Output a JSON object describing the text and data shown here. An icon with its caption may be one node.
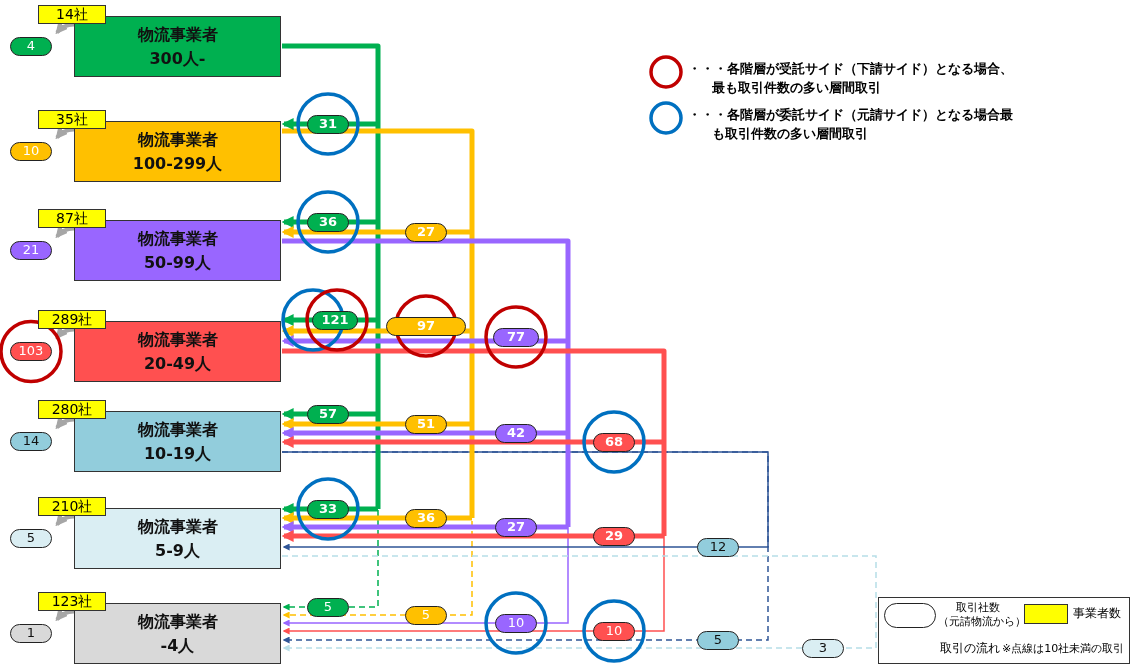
{
  "diagram": {
    "nodes": [
      {
        "text": [
          "物流事業者",
          "300人-"
        ],
        "beside": [
          "14社"
        ]
      },
      {
        "text": [
          "物流事業者",
          "100-299人"
        ],
        "beside": [
          "35社"
        ]
      },
      {
        "text": [
          "物流事業者",
          "50-99人"
        ],
        "beside": [
          "87社"
        ]
      },
      {
        "text": [
          "物流事業者",
          "20-49人"
        ],
        "beside": [
          "289社"
        ]
      },
      {
        "text": [
          "物流事業者",
          "10-19人"
        ],
        "beside": [
          "280社"
        ]
      },
      {
        "text": [
          "物流事業者",
          "5-9人"
        ],
        "beside": [
          "210社"
        ]
      },
      {
        "text": [
          "物流事業者",
          "-4人"
        ],
        "beside": [
          "123社"
        ]
      }
    ],
    "edges": [
      {
        "from": 0,
        "to": 1,
        "arrow": "to",
        "label": "31",
        "color": "#00b050"
      },
      {
        "from": 0,
        "to": 2,
        "arrow": "to",
        "label": "36",
        "color": "#00b050"
      },
      {
        "from": 0,
        "to": 3,
        "arrow": "to",
        "label": "121",
        "color": "#00b050"
      },
      {
        "from": 0,
        "to": 4,
        "arrow": "to",
        "label": "57",
        "color": "#00b050"
      },
      {
        "from": 0,
        "to": 5,
        "arrow": "to",
        "label": "33",
        "color": "#00b050"
      },
      {
        "from": 0,
        "to": 6,
        "arrow": "to",
        "label": "5",
        "style": "dashed",
        "color": "#00b050"
      },
      {
        "from": 1,
        "to": 2,
        "arrow": "to",
        "label": "27",
        "color": "#ffc000"
      },
      {
        "from": 1,
        "to": 3,
        "arrow": "to",
        "label": "97",
        "color": "#ffc000"
      },
      {
        "from": 1,
        "to": 4,
        "arrow": "to",
        "label": "51",
        "color": "#ffc000"
      },
      {
        "from": 1,
        "to": 5,
        "arrow": "to",
        "label": "36",
        "color": "#ffc000"
      },
      {
        "from": 1,
        "to": 6,
        "arrow": "to",
        "label": "5",
        "style": "dashed",
        "color": "#ffc000"
      },
      {
        "from": 2,
        "to": 3,
        "arrow": "to",
        "label": "77",
        "color": "#9966ff"
      },
      {
        "from": 2,
        "to": 4,
        "arrow": "to",
        "label": "42",
        "color": "#9966ff"
      },
      {
        "from": 2,
        "to": 5,
        "arrow": "to",
        "label": "27",
        "color": "#9966ff"
      },
      {
        "from": 2,
        "to": 6,
        "arrow": "to",
        "label": "10",
        "color": "#9966ff"
      },
      {
        "from": 3,
        "to": 4,
        "arrow": "to",
        "label": "68",
        "color": "#ff5050"
      },
      {
        "from": 3,
        "to": 5,
        "arrow": "to",
        "label": "29",
        "color": "#ff5050"
      },
      {
        "from": 3,
        "to": 6,
        "arrow": "to",
        "label": "10",
        "color": "#ff5050"
      },
      {
        "from": 4,
        "to": 5,
        "arrow": "to",
        "label": "12",
        "color": "#2f5597"
      },
      {
        "from": 4,
        "to": 6,
        "arrow": "to",
        "label": "5",
        "style": "dashed",
        "color": "#2f5597"
      },
      {
        "from": 5,
        "to": 6,
        "arrow": "to",
        "label": "3",
        "style": "dashed",
        "color": "#b7dee8"
      },
      {
        "from": 0,
        "to": 0,
        "arrow": "to",
        "label": "4",
        "color": "#a6a6a6"
      },
      {
        "from": 1,
        "to": 1,
        "arrow": "to",
        "label": "10",
        "color": "#a6a6a6"
      },
      {
        "from": 2,
        "to": 2,
        "arrow": "to",
        "label": "21",
        "color": "#a6a6a6"
      },
      {
        "from": 3,
        "to": 3,
        "arrow": "to",
        "label": "103",
        "color": "#a6a6a6"
      },
      {
        "from": 4,
        "to": 4,
        "arrow": "to",
        "label": "14",
        "color": "#a6a6a6"
      },
      {
        "from": 5,
        "to": 5,
        "arrow": "to",
        "label": "5",
        "color": "#a6a6a6"
      },
      {
        "from": 6,
        "to": 6,
        "arrow": "to",
        "label": "1",
        "color": "#a6a6a6"
      }
    ],
    "labels": [
      "※点線は10社未満の取引"
    ],
    "legend": [
      {
        "text": "・・・各階層が受託サイド（下請サイド）となる場合、最も取引件数の多い層間取引"
      },
      {
        "text": "・・・各階層が委託サイド（元請サイド）となる場合最も取引件数の多い層間取引"
      },
      {
        "text": "取引社数（元請物流から）"
      },
      {
        "text": "事業者数",
        "color": "#ffff00"
      },
      {
        "text": "取引の流れ"
      }
    ]
  }
}
